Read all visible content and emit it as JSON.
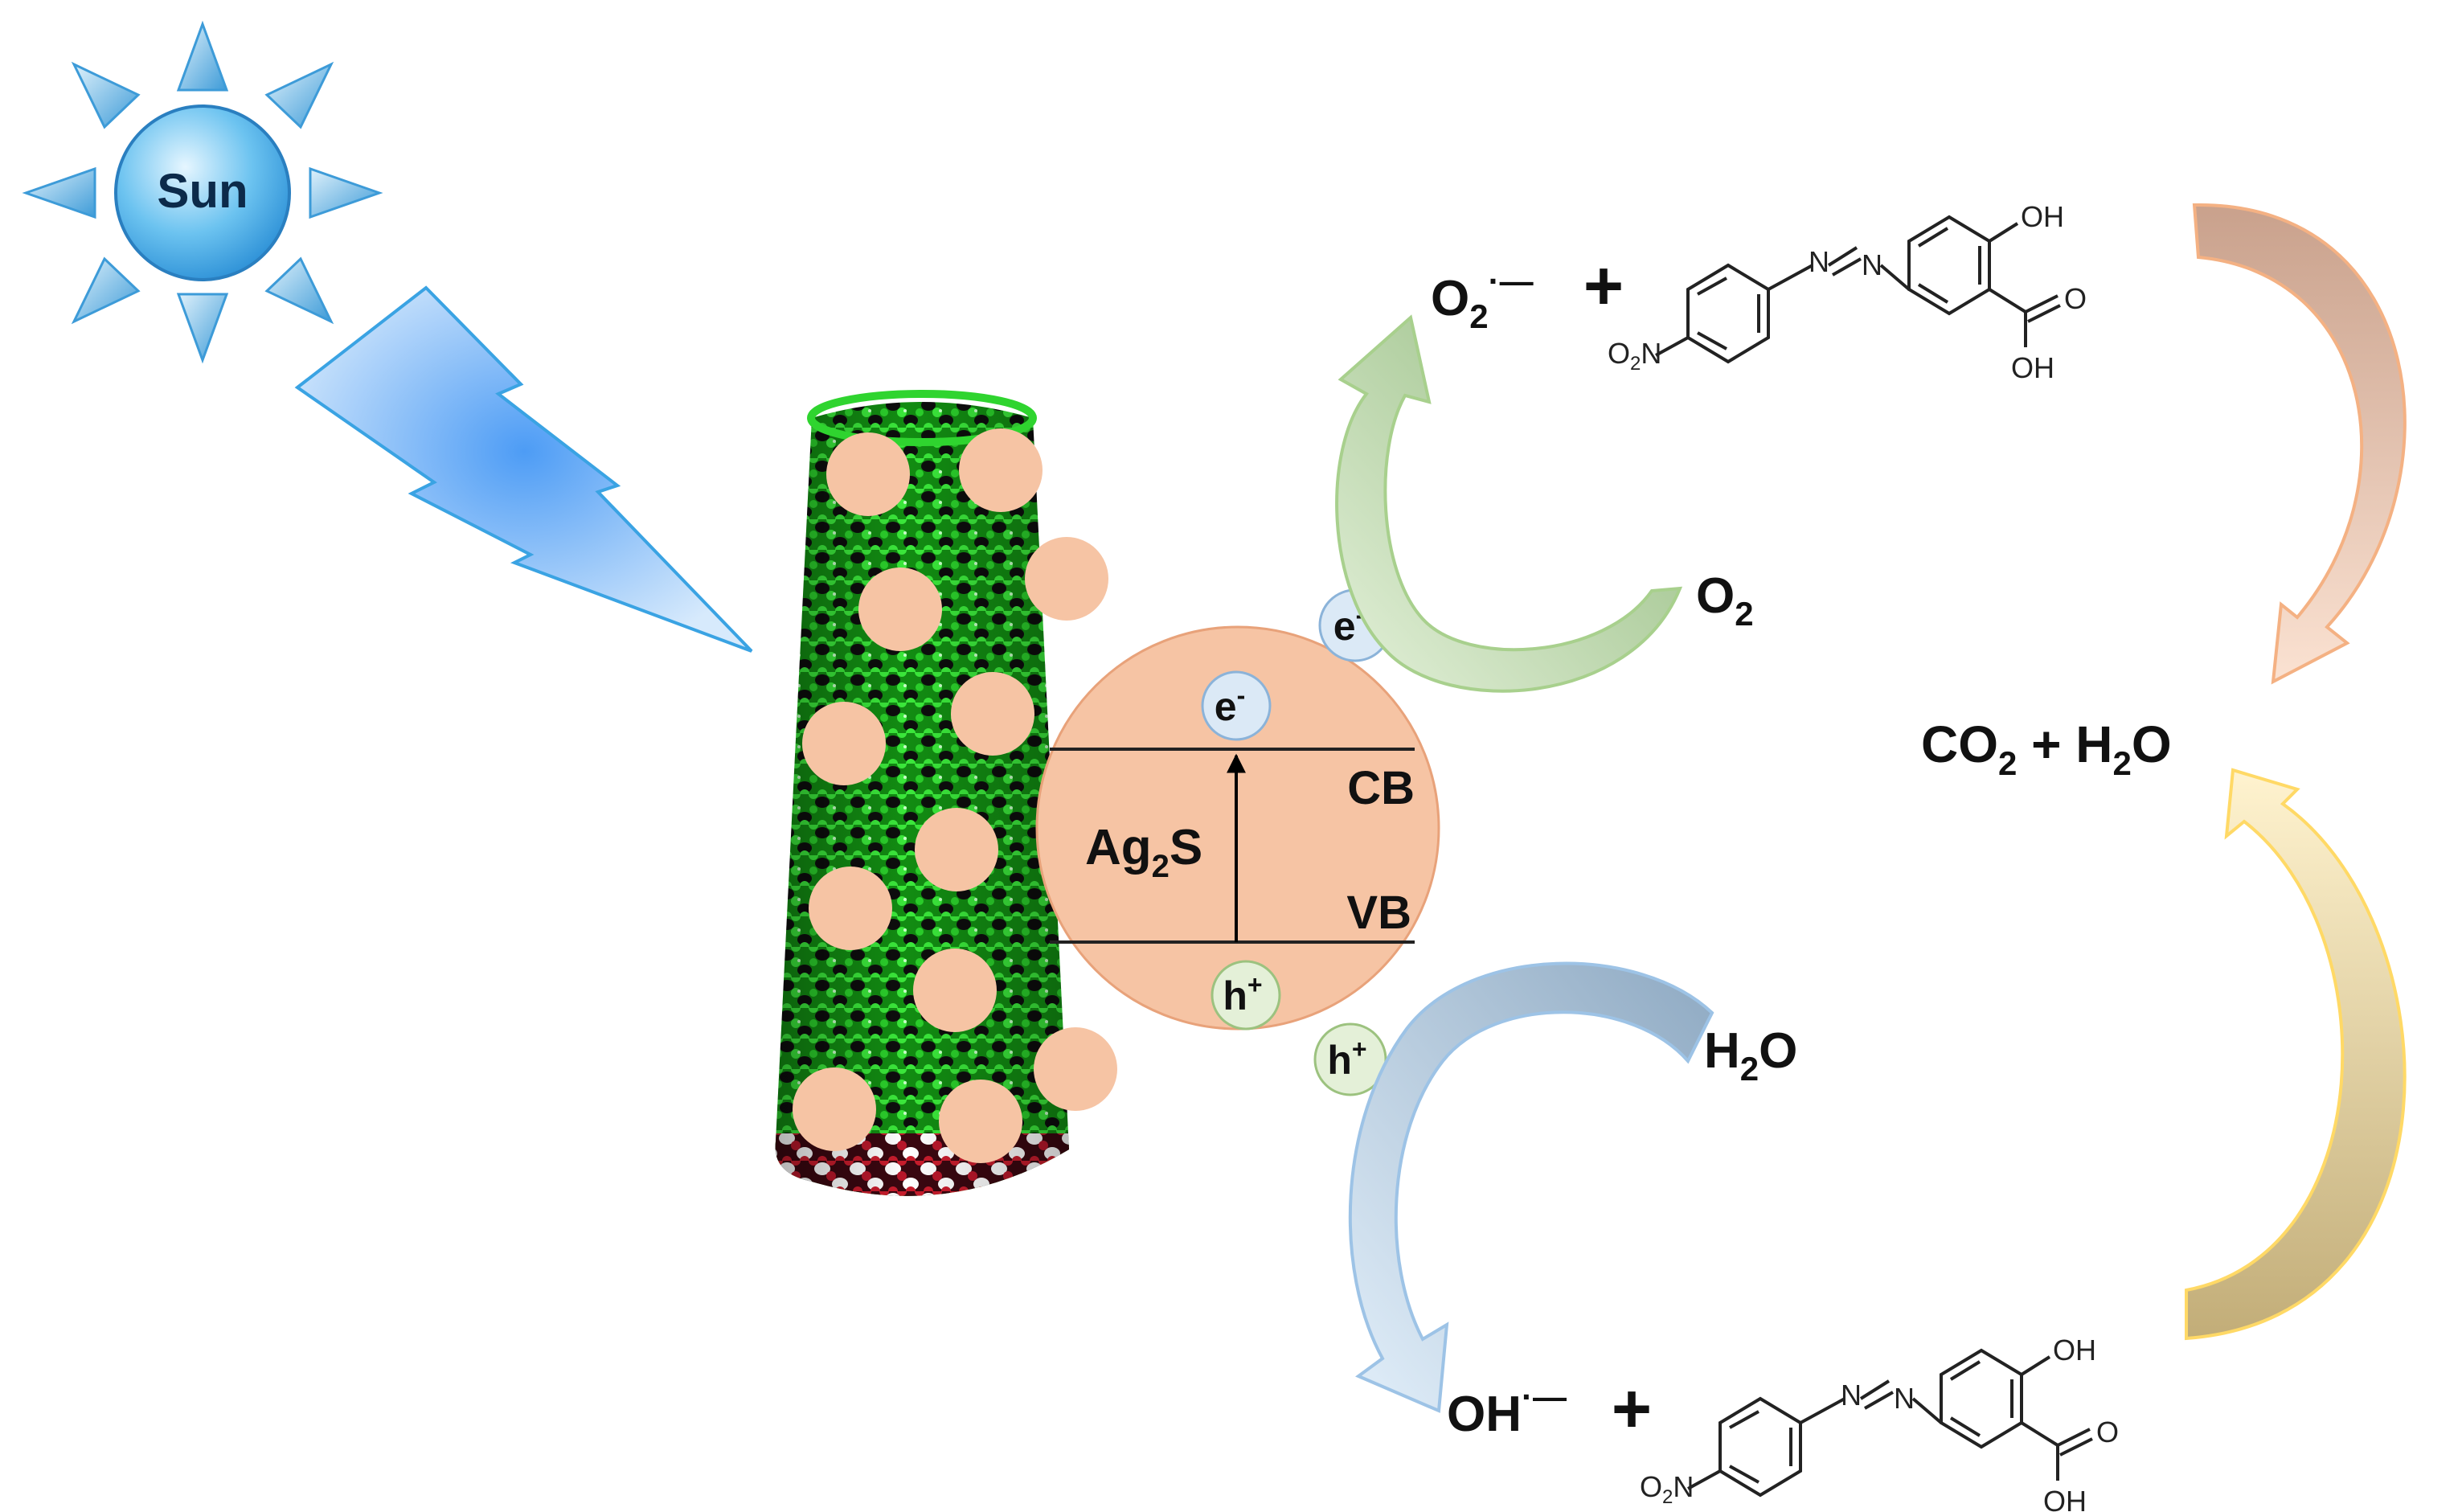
{
  "sun": {
    "label": "Sun"
  },
  "particle": {
    "label_main": "Ag",
    "label_sub": "2",
    "label_tail": "S",
    "cb": "CB",
    "vb": "VB"
  },
  "carriers": {
    "electron_base": "e",
    "electron_sup": "-",
    "hole_base": "h",
    "hole_sup": "+"
  },
  "species": {
    "superoxide_base": "O",
    "superoxide_sub": "2",
    "superoxide_sup": "·—",
    "oxygen_base": "O",
    "oxygen_sub": "2",
    "water_a": "H",
    "water_sub": "2",
    "water_b": "O",
    "hydroxyl_base": "OH",
    "hydroxyl_sup": "·—",
    "products_a": "CO",
    "products_sub1": "2",
    "products_b": " + H",
    "products_sub2": "2",
    "products_c": "O",
    "plus": "+"
  },
  "molecule": {
    "oh_top": "OH",
    "carboxyl_o": "O",
    "carboxyl_oh": "OH",
    "azo_n1": "N",
    "azo_n2": "N",
    "nitro_base": "O",
    "nitro_sub": "2",
    "nitro_tail": "N"
  },
  "colors": {
    "particle": "#f6c4a4",
    "nanotube": "#2fd42f",
    "nanotube_bond": "#16a016",
    "green_arrow": "#a8d08d",
    "blue_arrow": "#9dc3e6",
    "orange_arrow": "#f4b183",
    "yellow_arrow": "#ffd966",
    "sun": "#3aa3e3",
    "bolt": "#4d9cf5"
  }
}
